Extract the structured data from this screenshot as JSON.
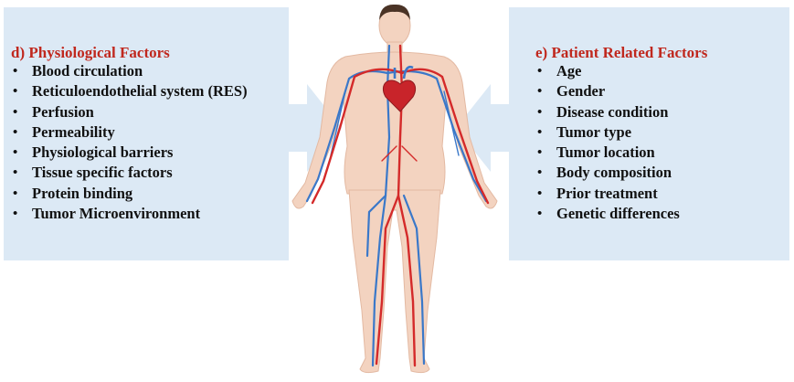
{
  "left_box": {
    "title": "d) Physiological Factors",
    "items": [
      "Blood circulation",
      "Reticuloendothelial system (RES)",
      "Perfusion",
      "Permeability",
      "Physiological barriers",
      "Tissue specific factors",
      "Protein binding",
      "Tumor Microenvironment"
    ]
  },
  "right_box": {
    "title": "e) Patient Related Factors",
    "items": [
      "Age",
      "Gender",
      "Disease condition",
      "Tumor type",
      "Tumor location",
      "Body composition",
      "Prior treatment",
      "Genetic differences"
    ]
  },
  "colors": {
    "panel": "#dce9f5",
    "title": "#c0281e",
    "skin": "#f3d3c0",
    "artery": "#d42a2a",
    "vein": "#3a78c9",
    "hair": "#4a3326"
  },
  "figure_icon": "human-circulatory-system-icon"
}
